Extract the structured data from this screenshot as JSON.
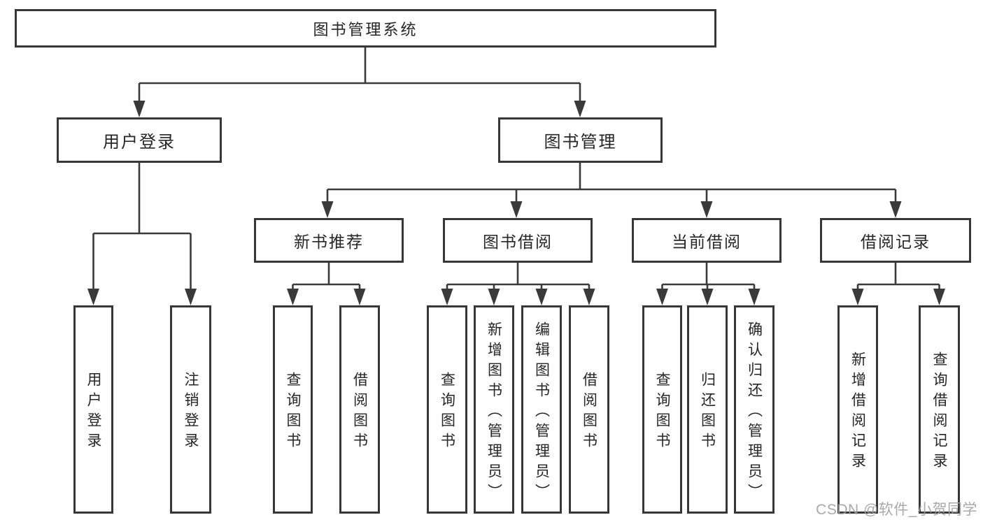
{
  "diagram": {
    "root": {
      "label": "图书管理系统"
    },
    "branches": [
      {
        "label": "用户登录",
        "children": [
          {
            "label": "用户登录"
          },
          {
            "label": "注销登录"
          }
        ]
      },
      {
        "label": "图书管理",
        "children": [
          {
            "label": "新书推荐",
            "children": [
              {
                "label": "查询图书"
              },
              {
                "label": "借阅图书"
              }
            ]
          },
          {
            "label": "图书借阅",
            "children": [
              {
                "label": "查询图书"
              },
              {
                "label": "新增图书（管理员）"
              },
              {
                "label": "编辑图书（管理员）"
              },
              {
                "label": "借阅图书"
              }
            ]
          },
          {
            "label": "当前借阅",
            "children": [
              {
                "label": "查询图书"
              },
              {
                "label": "归还图书"
              },
              {
                "label": "确认归还（管理员）"
              }
            ]
          },
          {
            "label": "借阅记录",
            "children": [
              {
                "label": "新增借阅记录"
              },
              {
                "label": "查询借阅记录"
              }
            ]
          }
        ]
      }
    ],
    "watermark": "CSDN @软件_小贺同学",
    "colors": {
      "line": "#3a3a3a",
      "border": "#373737",
      "text": "#262626",
      "background": "#ffffff",
      "watermark": "#a0a0a0"
    }
  }
}
